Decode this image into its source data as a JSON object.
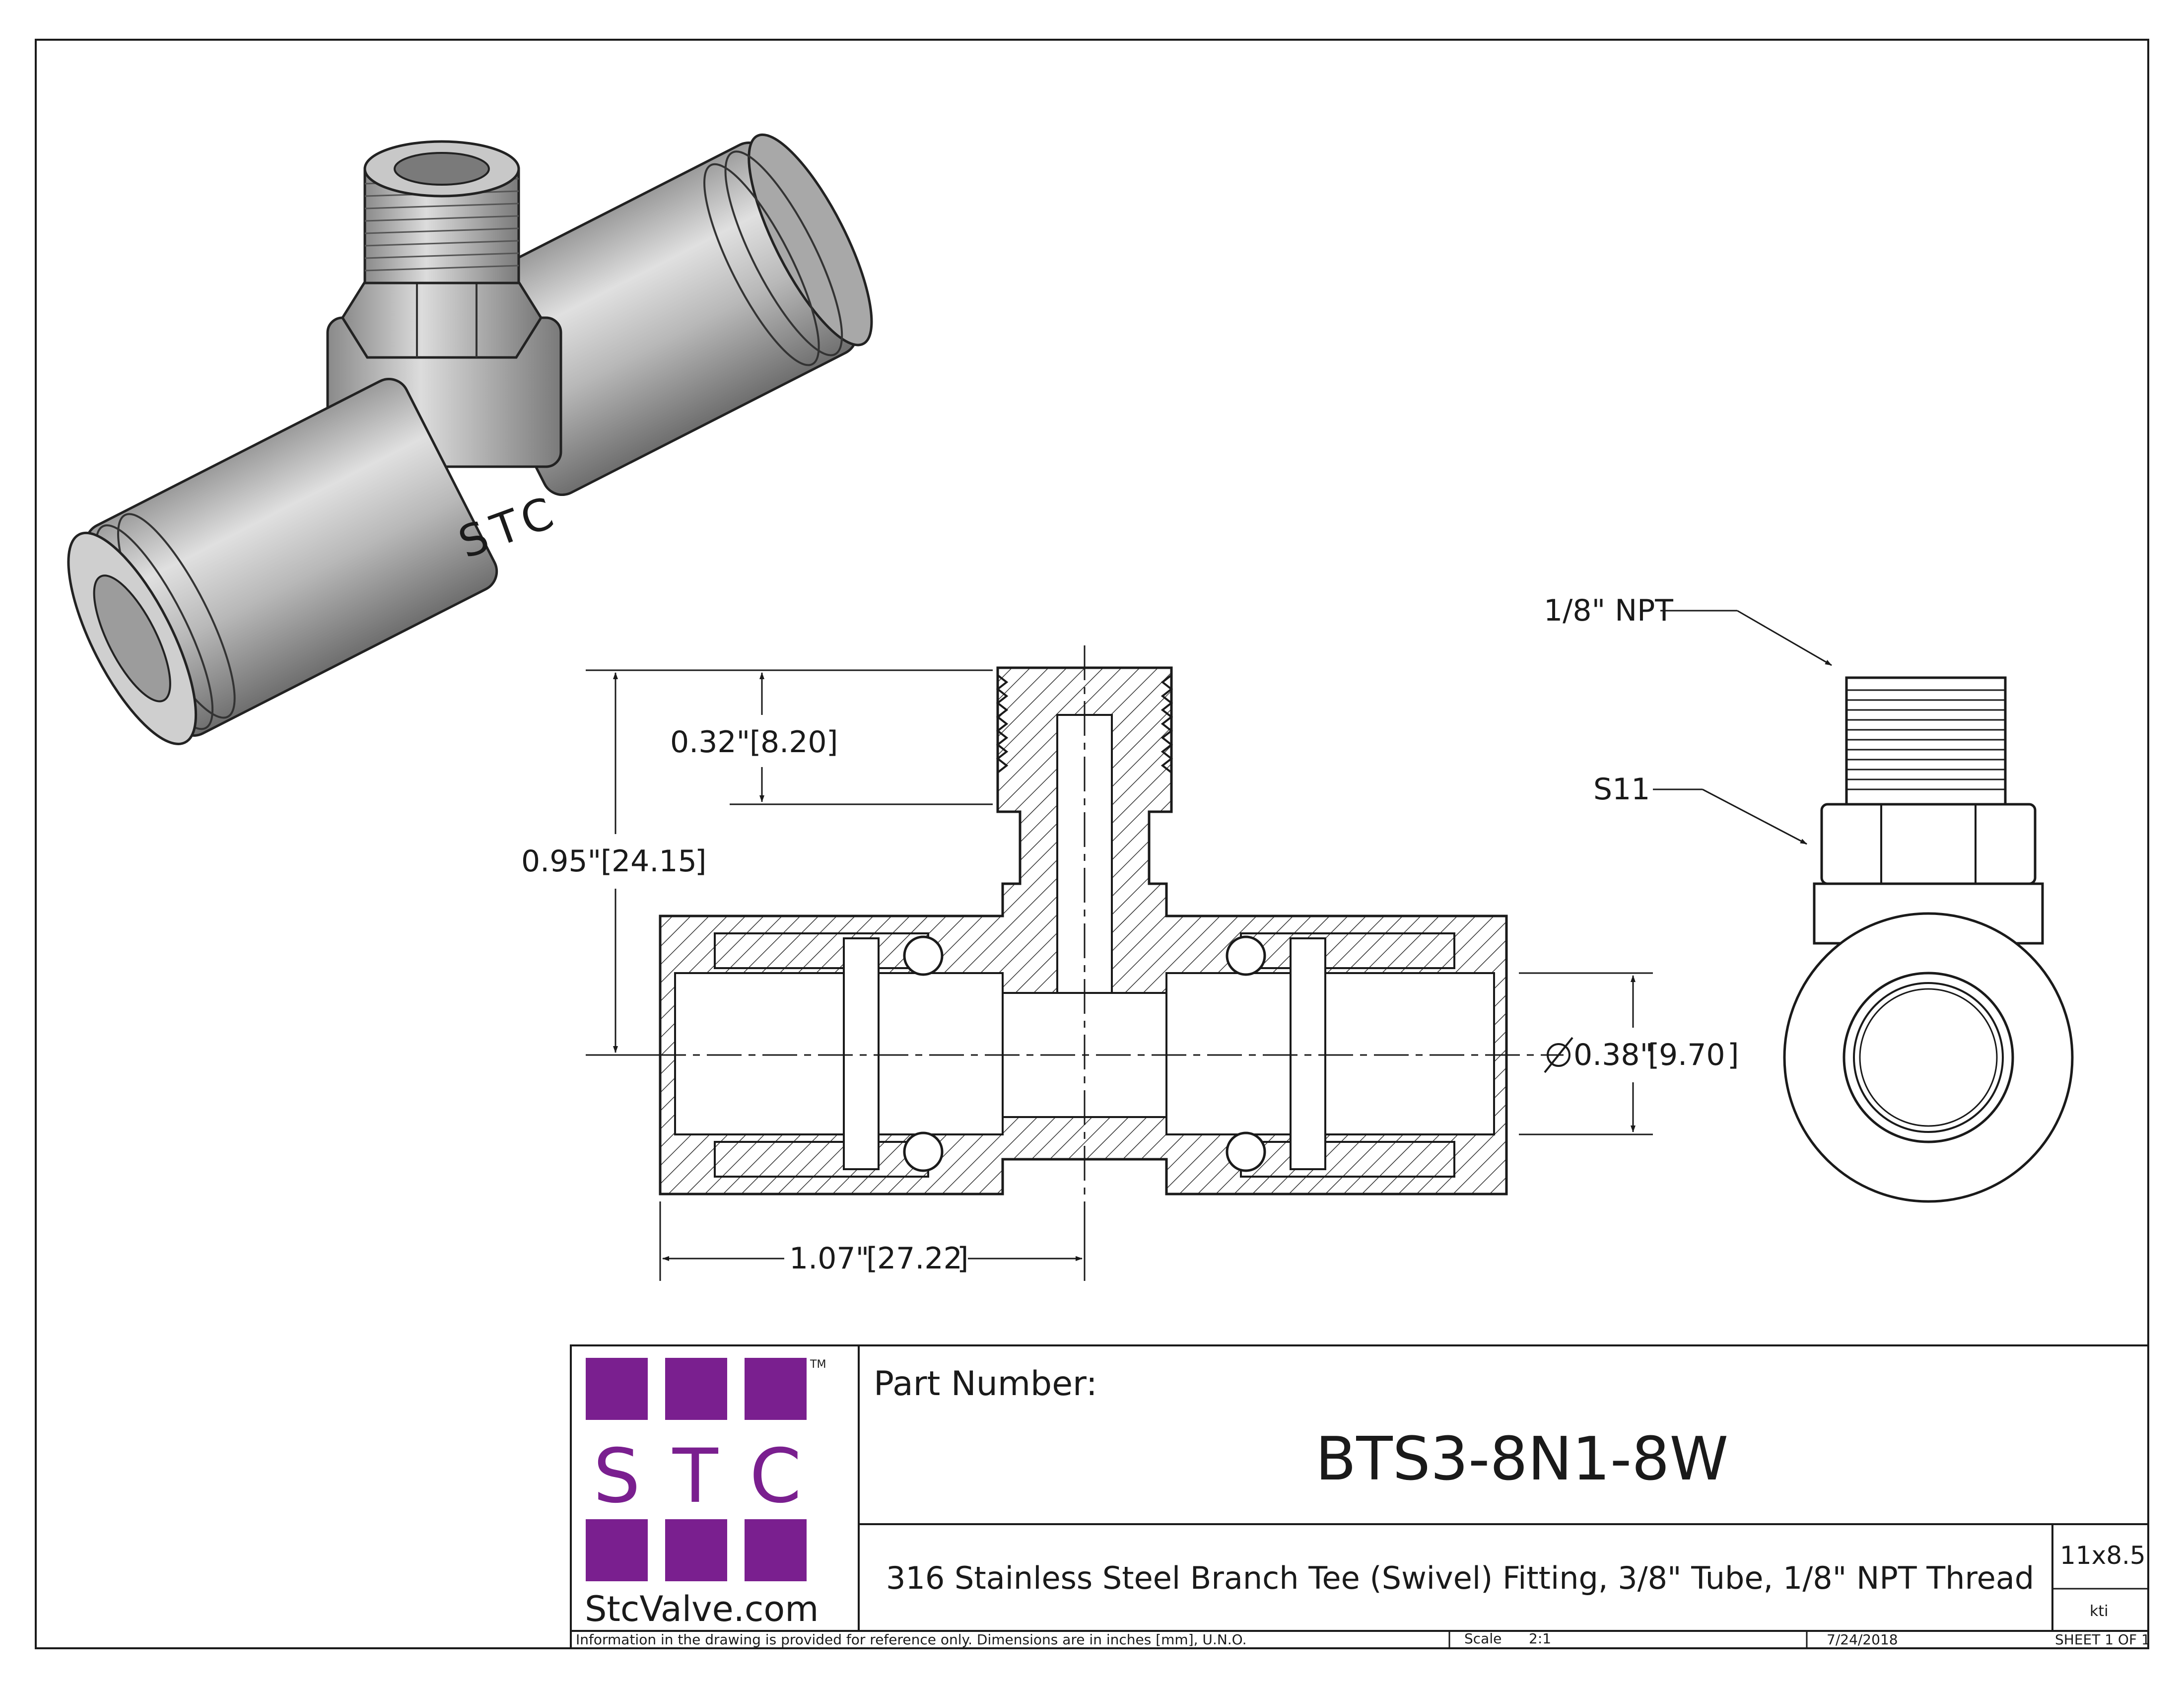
{
  "dimensions": {
    "thread_depth": "0.32\"",
    "thread_depth_mm": "8.20",
    "height": "0.95\"",
    "height_mm": "24.15",
    "bore_dia": "0.38\"",
    "bore_dia_mm": "9.70",
    "half_length": "1.07\"",
    "half_length_mm": "27.22"
  },
  "callouts": {
    "thread": "1/8\" NPT",
    "hex": "S11"
  },
  "iso_view": {
    "body_marking": "STC"
  },
  "title_block": {
    "logo_letters": [
      "S",
      "T",
      "C"
    ],
    "logo_tm": "TM",
    "logo_color": "#7a1f8f",
    "website": "StcValve.com",
    "part_label": "Part Number:",
    "part_number": "BTS3-8N1-8W",
    "description": "316 Stainless Steel Branch Tee (Swivel) Fitting, 3/8\" Tube, 1/8\" NPT Thread",
    "size": "11x8.5",
    "drawn_by": "kti",
    "disclaimer": "Information in the drawing is provided for reference only. Dimensions are in inches [mm], U.N.O.",
    "scale_label": "Scale",
    "scale": "2:1",
    "date": "7/24/2018",
    "sheet": "SHEET 1 OF 1"
  }
}
